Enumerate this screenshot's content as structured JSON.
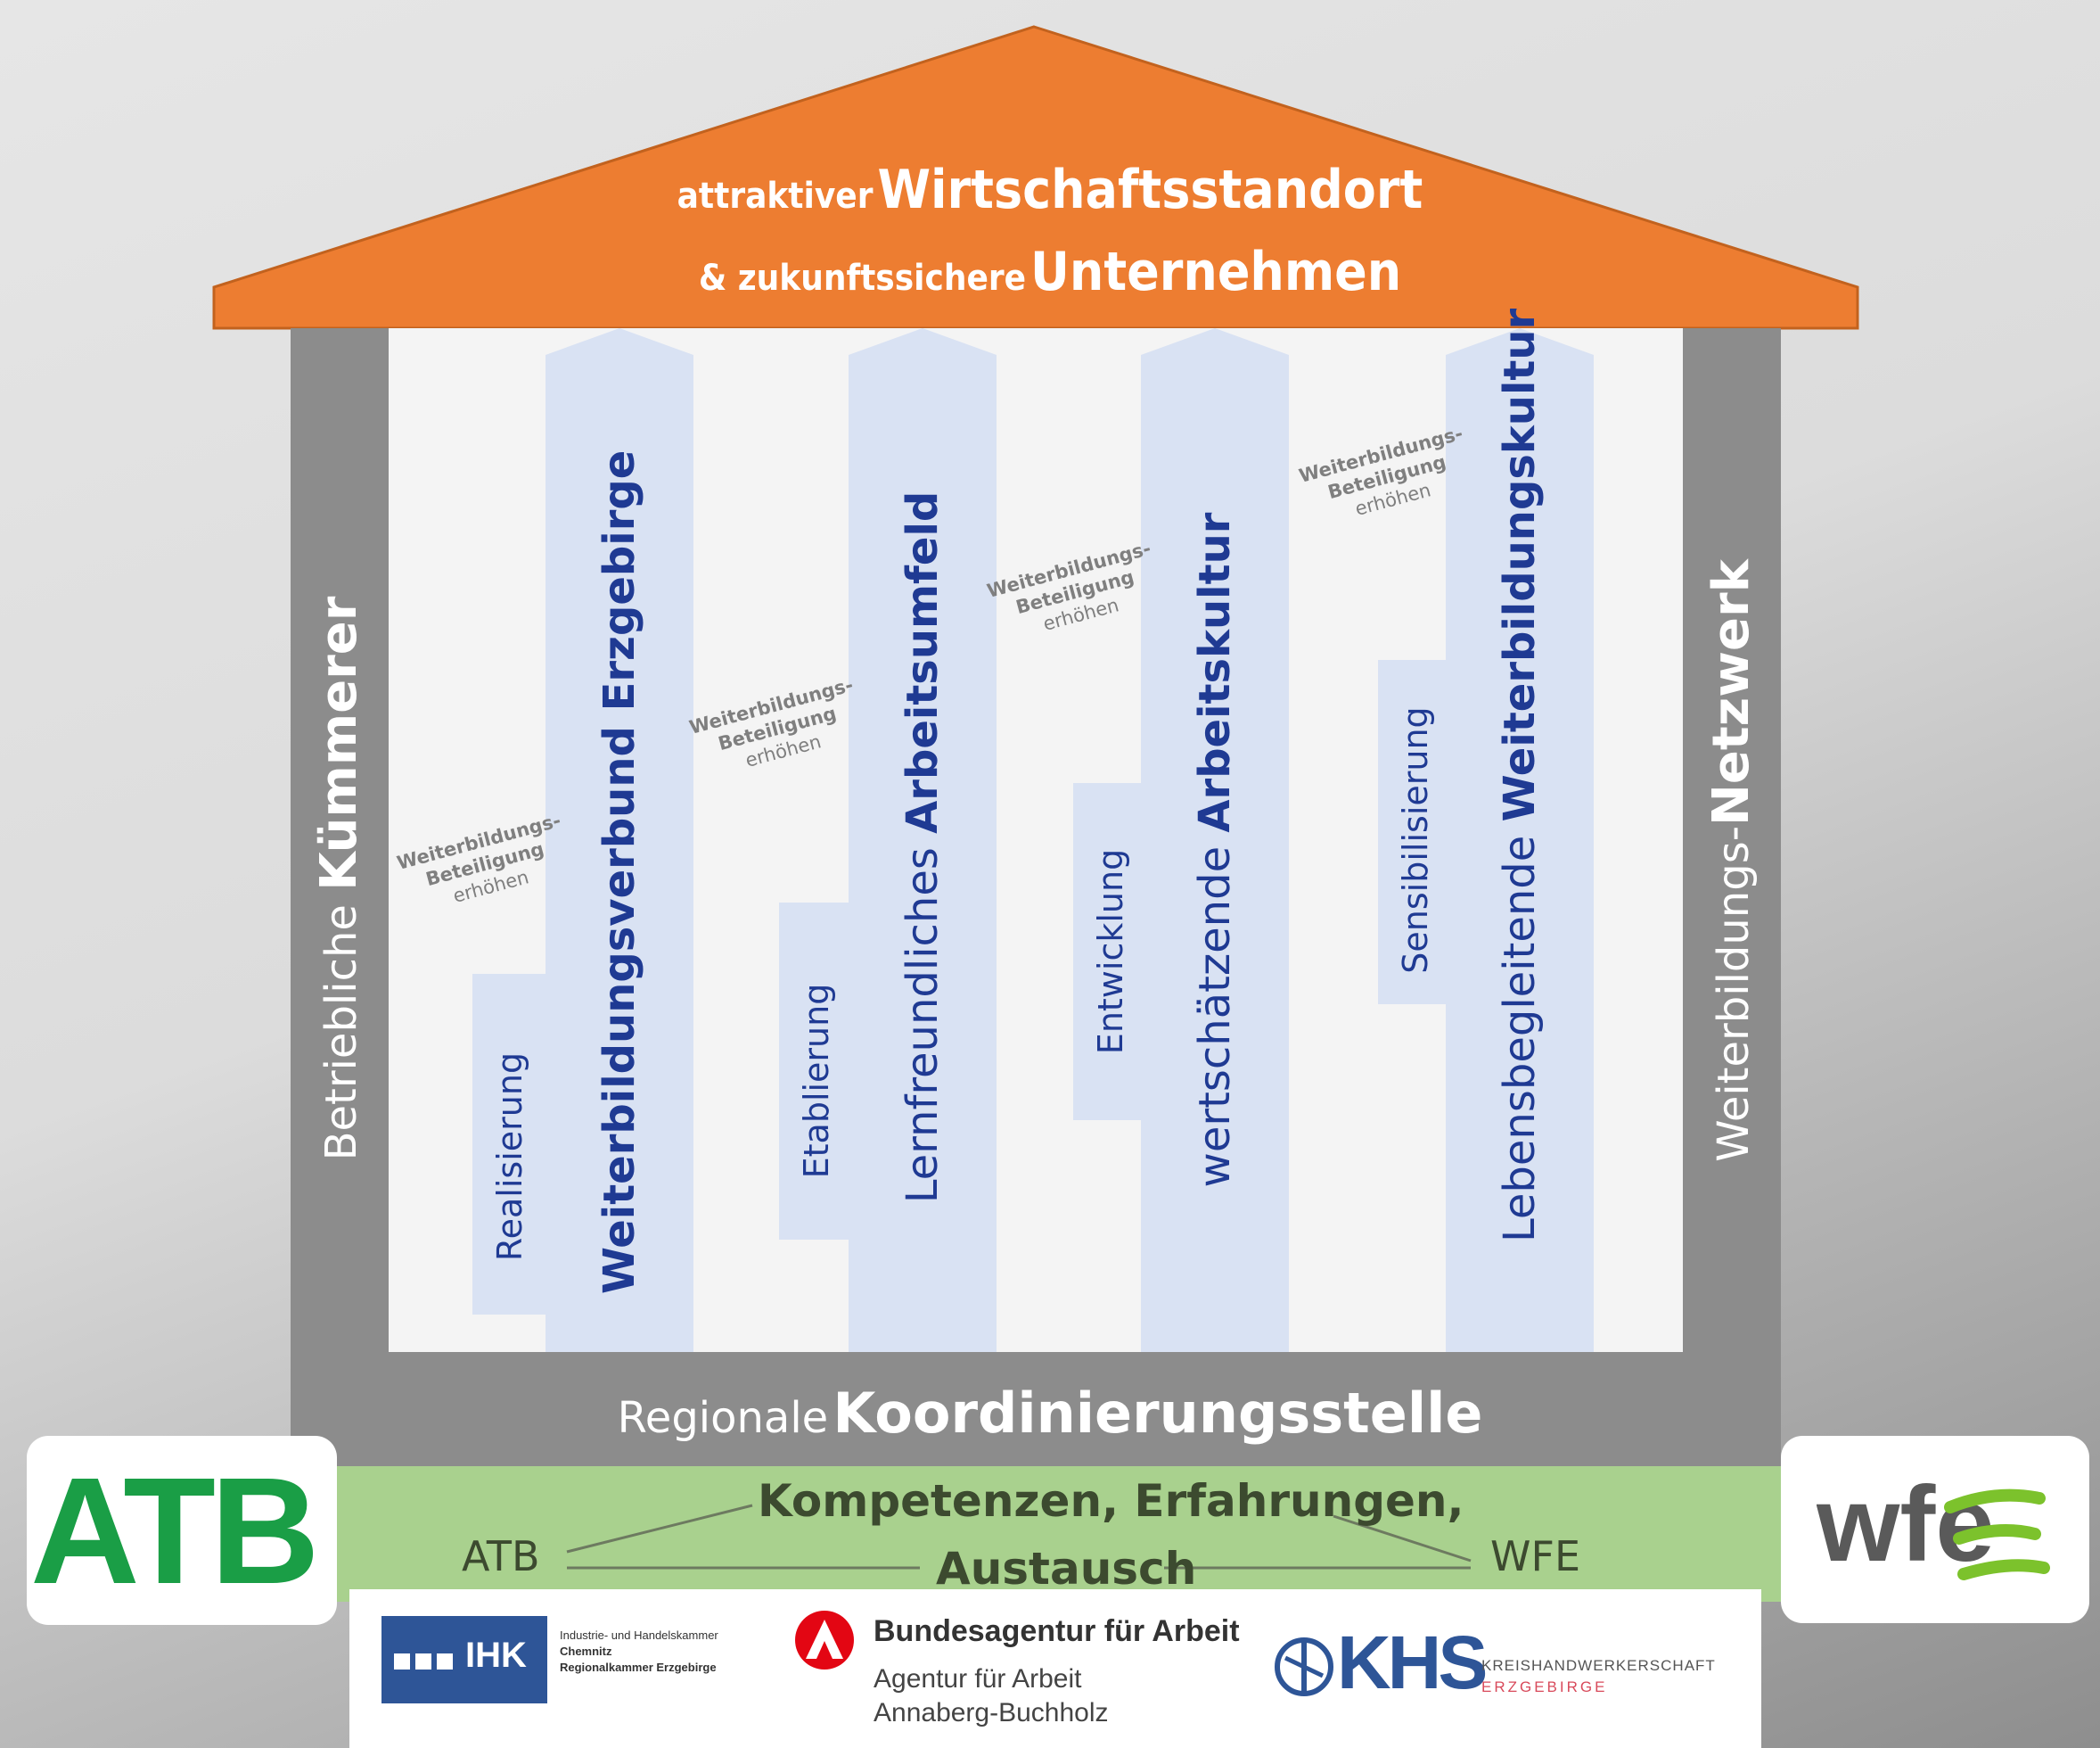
{
  "roof": {
    "line1_small": "attraktiver",
    "line1_large": "Wirtschaftsstandort",
    "line2_small": "&  zukunftssichere",
    "line2_large": "Unternehmen"
  },
  "left_wall": {
    "normal": "Betriebliche",
    "bold": "Kümmerer"
  },
  "right_wall": {
    "normal": "Weiterbildungs-",
    "bold": "Netzwerk"
  },
  "participation": {
    "line1": "Weiterbildungs-",
    "line2": "Beteiligung",
    "line3": "erhöhen"
  },
  "pillars": [
    {
      "tab": "Realisierung",
      "normal": "",
      "bold": "Weiterbildungsverbund Erzgebirge"
    },
    {
      "tab": "Etablierung",
      "normal": "Lernfreundliches",
      "bold": "Arbeitsumfeld"
    },
    {
      "tab": "Entwicklung",
      "normal": "wertschätzende",
      "bold": "Arbeitskultur"
    },
    {
      "tab": "Sensibilisierung",
      "normal": "Lebensbegleitende",
      "bold": "Weiterbildungskultur"
    }
  ],
  "base": {
    "normal": "Regionale",
    "bold": "Koordinierungsstelle"
  },
  "exchange": {
    "left": "ATB",
    "right": "WFE",
    "top": "Kompetenzen, Erfahrungen,",
    "bottom": "Austausch"
  },
  "logos": {
    "left": "ATB",
    "right": "wfe",
    "ihk": {
      "mark": "IHK",
      "line1": "Industrie- und Handelskammer",
      "line2": "Chemnitz",
      "line3": "Regionalkammer Erzgebirge"
    },
    "ba": {
      "line1": "Bundesagentur für Arbeit",
      "line2": "Agentur für Arbeit",
      "line3": "Annaberg-Buchholz"
    },
    "khs": {
      "mark": "KHS",
      "line1": "KREISHANDWERKERSCHAFT",
      "line2": "ERZGEBIRGE"
    }
  },
  "colors": {
    "roof": "#ed7d31",
    "wall": "#8c8c8c",
    "pillar": "#d9e2f3",
    "pillar_text": "#1f3a93",
    "band": "#a9d18e",
    "atb": "#1a9e46",
    "ihk": "#2e5597",
    "ba": "#e30613"
  }
}
